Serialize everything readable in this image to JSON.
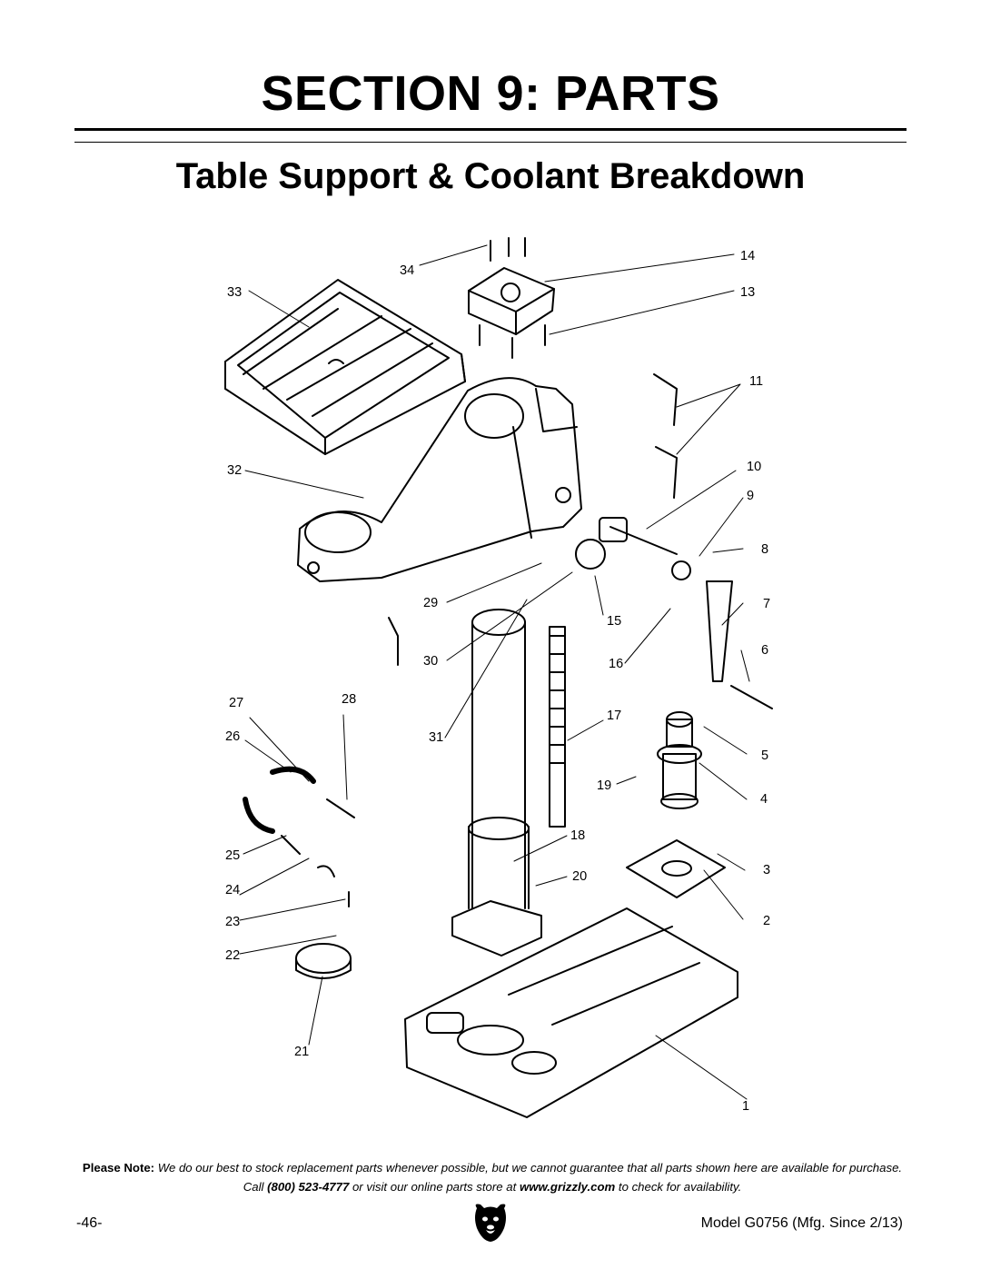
{
  "header": {
    "section_title": "SECTION 9: PARTS",
    "subtitle": "Table Support & Coolant Breakdown"
  },
  "diagram": {
    "callouts": [
      "1",
      "2",
      "3",
      "4",
      "5",
      "6",
      "7",
      "8",
      "9",
      "10",
      "11",
      "13",
      "14",
      "15",
      "16",
      "17",
      "18",
      "19",
      "20",
      "21",
      "22",
      "23",
      "24",
      "25",
      "26",
      "27",
      "28",
      "29",
      "30",
      "31",
      "32",
      "33",
      "34"
    ]
  },
  "note": {
    "lead": "Please Note:",
    "text1": "We do our best to stock replacement parts whenever possible, but we cannot guarantee that all parts shown here are available for purchase. Call",
    "phone": "(800) 523-4777",
    "text2": "or visit our online parts store at",
    "website": "www.grizzly.com",
    "text3": "to check for availability."
  },
  "footer": {
    "page_number": "-46-",
    "model": "Model G0756 (Mfg. Since 2/13)",
    "logo_icon": "bear-head-logo-icon"
  }
}
